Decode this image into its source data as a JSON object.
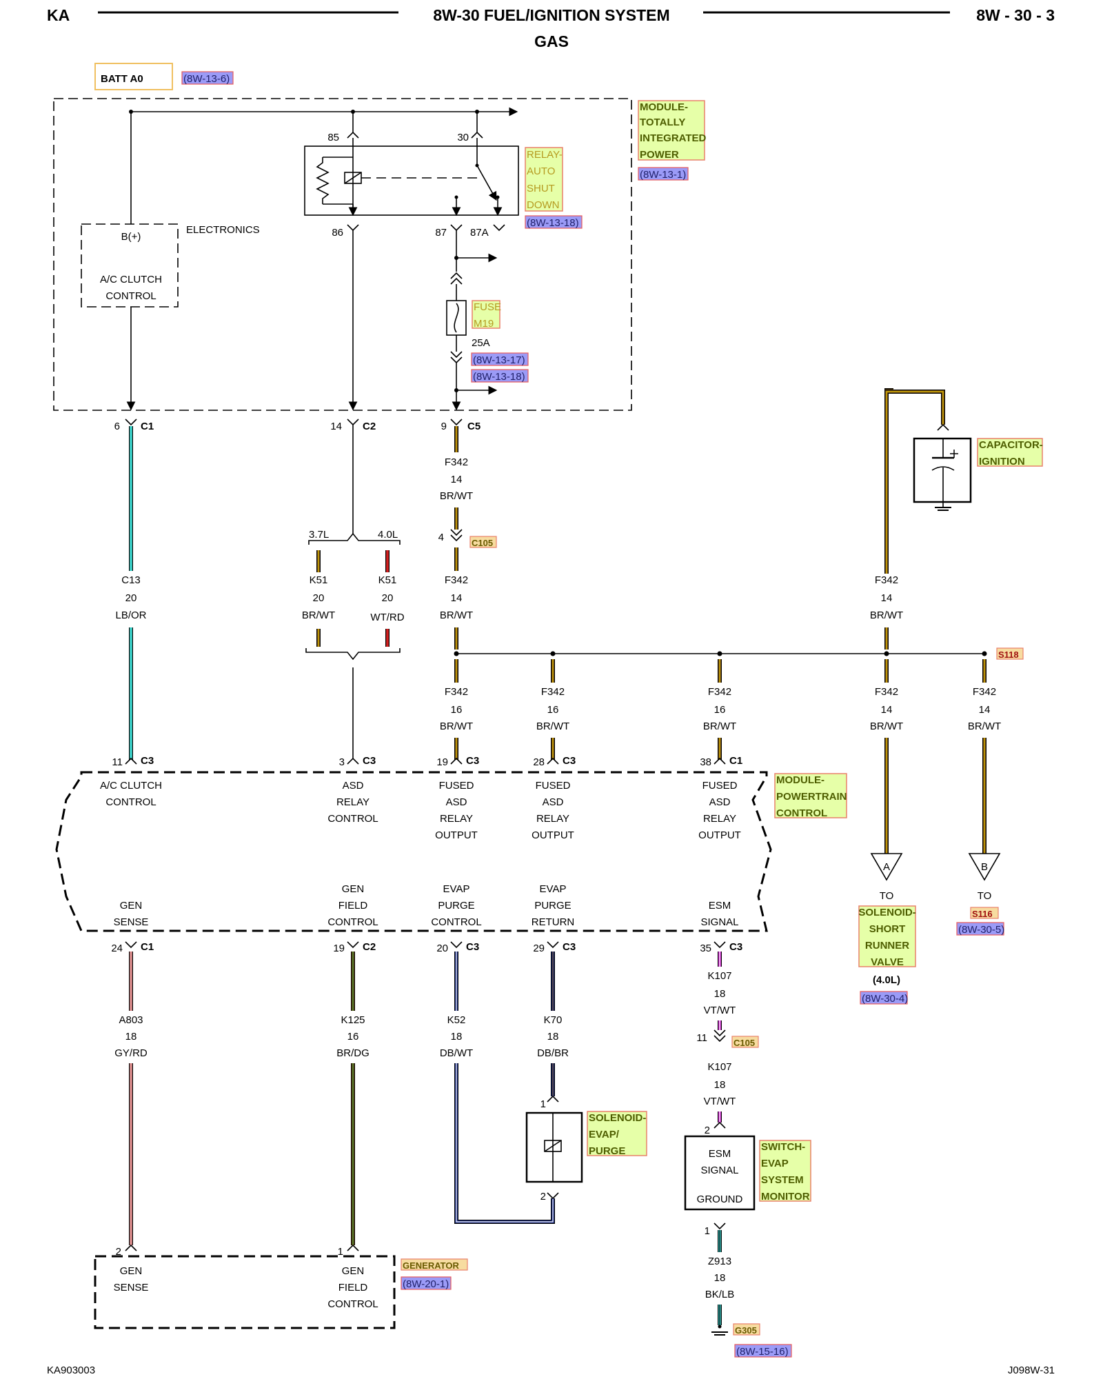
{
  "header": {
    "left": "KA",
    "title": "8W-30 FUEL/IGNITION SYSTEM",
    "subtitle": "GAS",
    "page": "8W - 30 - 3"
  },
  "footer": {
    "left": "KA903003",
    "right": "J098W-31"
  },
  "batt": {
    "label": "BATT A0",
    "ref": "(8W-13-6)"
  },
  "tipm": {
    "label": [
      "MODULE-",
      "TOTALLY",
      "INTEGRATED",
      "POWER"
    ],
    "ref": "(8W-13-1)",
    "electronics": "ELECTRONICS",
    "bplus": "B(+)",
    "ac_clutch": [
      "A/C CLUTCH",
      "CONTROL"
    ]
  },
  "relay": {
    "label": [
      "RELAY-",
      "AUTO",
      "SHUT",
      "DOWN"
    ],
    "ref": "(8W-13-18)",
    "pins": [
      "85",
      "30",
      "86",
      "87",
      "87A"
    ]
  },
  "fuse": {
    "label": [
      "FUSE",
      "M19"
    ],
    "rating": "25A",
    "refs": [
      "(8W-13-17)",
      "(8W-13-18)"
    ]
  },
  "capacitor": {
    "label": [
      "CAPACITOR-",
      "IGNITION"
    ]
  },
  "pcm": {
    "label": [
      "MODULE-",
      "POWERTRAIN",
      "CONTROL"
    ],
    "top": [
      {
        "pin": "11",
        "conn": "C3",
        "text": [
          "A/C CLUTCH",
          "CONTROL"
        ]
      },
      {
        "pin": "3",
        "conn": "C3",
        "text": [
          "ASD",
          "RELAY",
          "CONTROL"
        ]
      },
      {
        "pin": "19",
        "conn": "C3",
        "text": [
          "FUSED",
          "ASD",
          "RELAY",
          "OUTPUT"
        ]
      },
      {
        "pin": "28",
        "conn": "C3",
        "text": [
          "FUSED",
          "ASD",
          "RELAY",
          "OUTPUT"
        ]
      },
      {
        "pin": "38",
        "conn": "C1",
        "text": [
          "FUSED",
          "ASD",
          "RELAY",
          "OUTPUT"
        ]
      }
    ],
    "bottom": [
      {
        "pin": "24",
        "conn": "C1",
        "text": [
          "GEN",
          "SENSE"
        ]
      },
      {
        "pin": "19",
        "conn": "C2",
        "text": [
          "GEN",
          "FIELD",
          "CONTROL"
        ]
      },
      {
        "pin": "20",
        "conn": "C3",
        "text": [
          "EVAP",
          "PURGE",
          "CONTROL"
        ]
      },
      {
        "pin": "29",
        "conn": "C3",
        "text": [
          "EVAP",
          "PURGE",
          "RETURN"
        ]
      },
      {
        "pin": "35",
        "conn": "C3",
        "text": [
          "ESM",
          "SIGNAL"
        ]
      }
    ]
  },
  "tipm_conns": [
    {
      "pin": "6",
      "conn": "C1"
    },
    {
      "pin": "14",
      "conn": "C2"
    },
    {
      "pin": "9",
      "conn": "C5"
    }
  ],
  "c105": {
    "tag": "C105",
    "pin_f342": "4",
    "pin_k107": "11"
  },
  "variants": {
    "a": "3.7L",
    "b": "4.0L"
  },
  "splice": {
    "tag": "S118"
  },
  "wires": {
    "c13": [
      "C13",
      "20",
      "LB/OR"
    ],
    "k51a": [
      "K51",
      "20",
      "BR/WT"
    ],
    "k51b": [
      "K51",
      "20",
      "WT/RD"
    ],
    "f342_top": [
      "F342",
      "14",
      "BR/WT"
    ],
    "f342_mid": [
      "F342",
      "14",
      "BR/WT"
    ],
    "f342_cap": [
      "F342",
      "14",
      "BR/WT"
    ],
    "f342_b1": [
      "F342",
      "16",
      "BR/WT"
    ],
    "f342_b2": [
      "F342",
      "16",
      "BR/WT"
    ],
    "f342_b3": [
      "F342",
      "16",
      "BR/WT"
    ],
    "f342_b4": [
      "F342",
      "14",
      "BR/WT"
    ],
    "f342_b5": [
      "F342",
      "14",
      "BR/WT"
    ],
    "a803": [
      "A803",
      "18",
      "GY/RD"
    ],
    "k125": [
      "K125",
      "16",
      "BR/DG"
    ],
    "k52": [
      "K52",
      "18",
      "DB/WT"
    ],
    "k70": [
      "K70",
      "18",
      "DB/BR"
    ],
    "k107a": [
      "K107",
      "18",
      "VT/WT"
    ],
    "k107b": [
      "K107",
      "18",
      "VT/WT"
    ],
    "z913": [
      "Z913",
      "18",
      "BK/LB"
    ]
  },
  "to_a": {
    "letter": "A",
    "to": "TO",
    "label": [
      "SOLENOID-",
      "SHORT",
      "RUNNER",
      "VALVE"
    ],
    "variant": "(4.0L)",
    "ref": "(8W-30-4)"
  },
  "to_b": {
    "letter": "B",
    "to": "TO",
    "tag": "S116",
    "ref": "(8W-30-5)"
  },
  "solenoid": {
    "label": [
      "SOLENOID-",
      "EVAP/",
      "PURGE"
    ],
    "pins": [
      "1",
      "2"
    ]
  },
  "esm_switch": {
    "label": [
      "SWITCH-",
      "EVAP",
      "SYSTEM",
      "MONITOR"
    ],
    "text": [
      "ESM",
      "SIGNAL",
      "GROUND"
    ],
    "pins": [
      "2",
      "1"
    ]
  },
  "ground": {
    "tag": "G305",
    "ref": "(8W-15-16)"
  },
  "generator": {
    "label": "GENERATOR",
    "ref": "(8W-20-1)",
    "pins": [
      "2",
      "1"
    ],
    "sense": [
      "GEN",
      "SENSE"
    ],
    "field": [
      "GEN",
      "FIELD",
      "CONTROL"
    ]
  },
  "colors": {
    "lb_or": "#3fd8d0",
    "br": "#7a5416",
    "wt_yellow": "#e8c000",
    "wt_red": "#d42020",
    "gy_rd": "#e09090",
    "db": "#1a2d8c",
    "vt": "#e020e0",
    "dg": "#2e8b3a"
  }
}
